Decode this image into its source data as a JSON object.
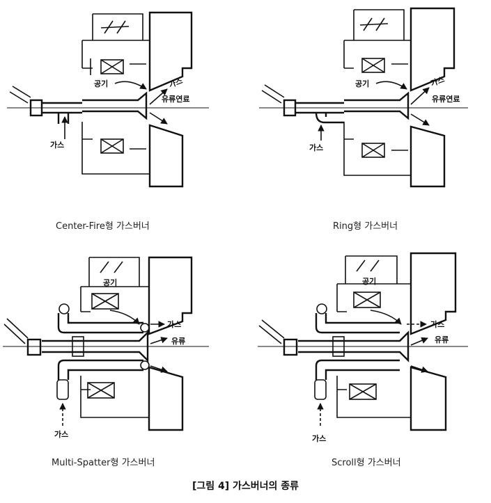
{
  "panels": [
    {
      "caption": "Center-Fire형 가스버너",
      "labels": {
        "air": "공기",
        "gas_out": "가스",
        "oil": "유류연료",
        "gas_in": "가스"
      }
    },
    {
      "caption": "Ring형 가스버너",
      "labels": {
        "air": "공기",
        "gas_out": "가스",
        "oil": "유류연료",
        "gas_in": "가스"
      }
    },
    {
      "caption": "Multi-Spatter형 가스버너",
      "labels": {
        "air": "공기",
        "gas_out": "가스",
        "oil": "유류",
        "gas_in": "가스"
      }
    },
    {
      "caption": "Scroll형 가스버너",
      "labels": {
        "air": "공기",
        "gas_out": "가스",
        "oil": "유류",
        "gas_in": "가스"
      }
    }
  ],
  "figure_title": "[그림 4] 가스버너의 종류"
}
